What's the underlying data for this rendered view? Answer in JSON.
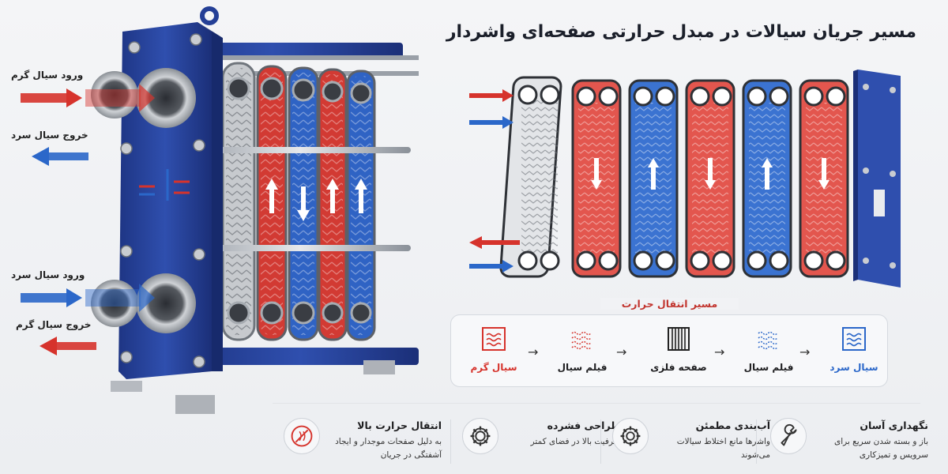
{
  "title": "مسیر جریان سیالات در مبدل حرارتی صفحه‌ای واشردار",
  "left_labels": {
    "hot_in": "ورود سیال گرم",
    "cold_out": "خروج سیال سرد",
    "cold_in": "ورود سیال سرد",
    "hot_out": "خروج سیال گرم"
  },
  "colors": {
    "hot": "#d6332c",
    "cold": "#2b67c9",
    "frame": "#243f96",
    "steel": "#b8bcc2"
  },
  "path": {
    "title": "مسیر انتقال حرارت",
    "items": [
      {
        "label": "سیال گرم",
        "icon": "hot-wave-icon"
      },
      {
        "label": "فیلم سیال",
        "icon": "hot-film-icon"
      },
      {
        "label": "صفحه فلزی",
        "icon": "metal-plate-icon"
      },
      {
        "label": "فیلم سیال",
        "icon": "cold-film-icon"
      },
      {
        "label": "سیال سرد",
        "icon": "cold-wave-icon"
      }
    ]
  },
  "features": [
    {
      "title": "انتقال حرارت بالا",
      "desc": "به دلیل صفحات موجدار و ایجاد آشفتگی در جریان",
      "icon": "heat-transfer-icon"
    },
    {
      "title": "طراحی فشرده",
      "desc": "ظرفیت بالا در فضای کمتر",
      "icon": "gear-icon"
    },
    {
      "title": "آب‌بندی مطمئن",
      "desc": "واشرها مانع اختلاط سیالات می‌شوند",
      "icon": "gear-seal-icon"
    },
    {
      "title": "نگهداری آسان",
      "desc": "باز و بسته شدن سریع برای سرویس و تمیزکاری",
      "icon": "wrench-icon"
    }
  ]
}
